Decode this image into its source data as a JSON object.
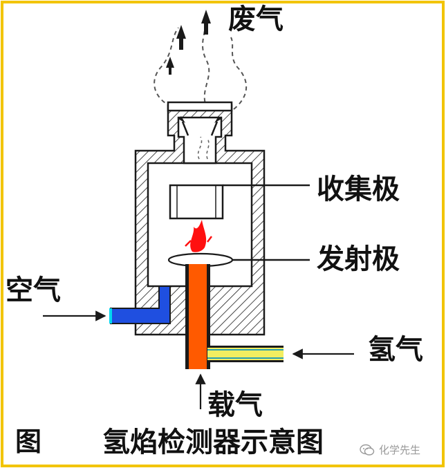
{
  "colors": {
    "frame_border": "#f2c400",
    "outline": "#1a1a1a",
    "air_pipe": "#1f4fe0",
    "air_pipe_edge": "#00d8f0",
    "jet": "#ff5a00",
    "hydrogen_pipe": "#f2ee60",
    "hydrogen_edge": "#2aa0b0",
    "flame": "#ff1010"
  },
  "labels": {
    "exhaust": "废气",
    "collector": "收集极",
    "emitter": "发射极",
    "air": "空气",
    "hydrogen": "氢气",
    "carrier_gas": "载气",
    "figure_tag": "图",
    "title": "氢焰检测器示意图"
  },
  "watermark": {
    "icon": "wechat-bubble-icon",
    "text": "化学先生"
  }
}
